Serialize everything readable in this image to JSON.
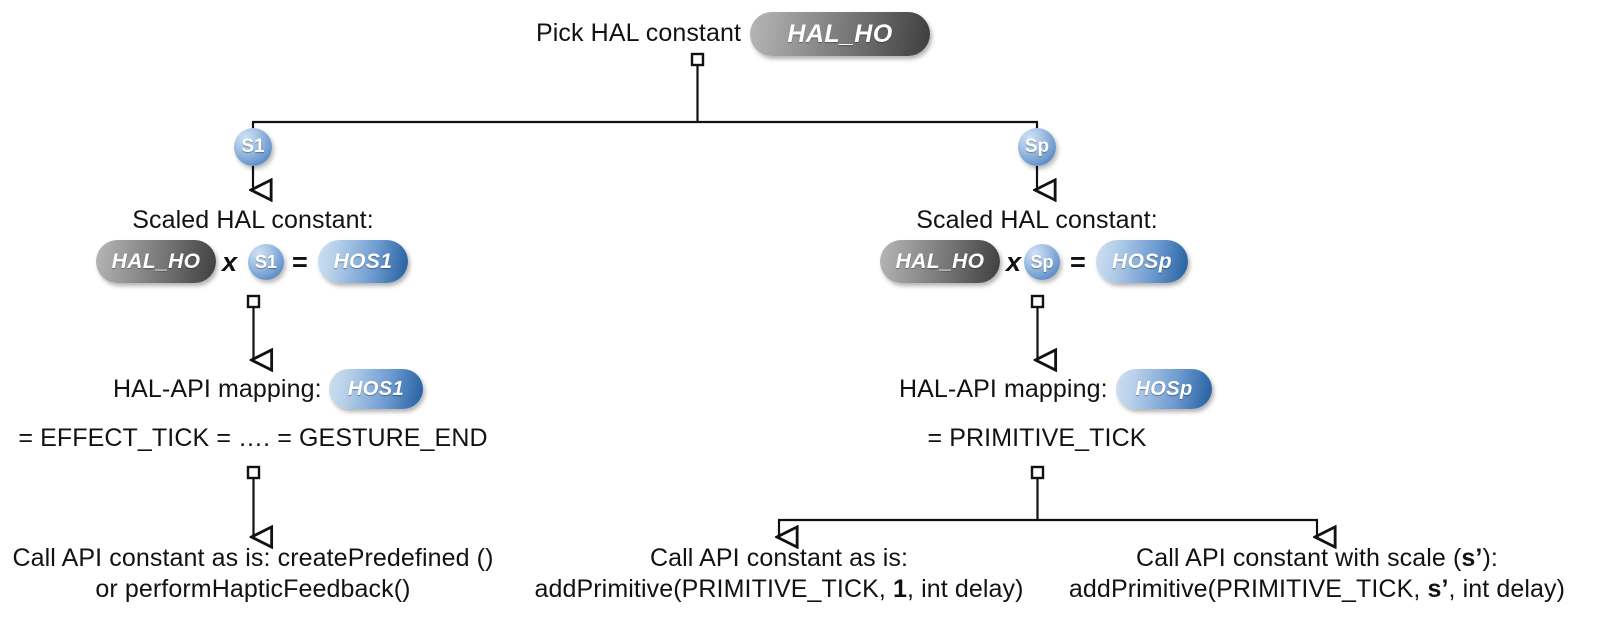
{
  "diagram": {
    "title_label": "Pick HAL constant",
    "root_pill": "HAL_HO",
    "branches": [
      {
        "id": "left",
        "edge_label": "S1",
        "scaled_label": "Scaled HAL constant:",
        "scaled_operand_a": "HAL_HO",
        "scaled_multiply_symbol": "x",
        "scaled_operand_b": "S1",
        "scaled_equals_symbol": "=",
        "scaled_result": "HOS1",
        "mapping_label": "HAL-API mapping:",
        "mapping_pill": "HOS1",
        "mapping_expression": "= EFFECT_TICK = …. = GESTURE_END",
        "leaves": [
          {
            "line1": "Call API constant as is: createPredefined ()",
            "line2": "or performHapticFeedback()"
          }
        ]
      },
      {
        "id": "right",
        "edge_label": "Sp",
        "scaled_label": "Scaled HAL constant:",
        "scaled_operand_a": "HAL_HO",
        "scaled_multiply_symbol": "x",
        "scaled_operand_b": "Sp",
        "scaled_equals_symbol": "=",
        "scaled_result": "HOSp",
        "mapping_label": "HAL-API mapping:",
        "mapping_pill": "HOSp",
        "mapping_expression": "= PRIMITIVE_TICK",
        "leaves": [
          {
            "line1": "Call API constant as is:",
            "line2_pre": "addPrimitive(PRIMITIVE_TICK, ",
            "line2_bold": "1",
            "line2_post": ", int delay)"
          },
          {
            "line1_pre": "Call API constant with scale (",
            "line1_bold": "s’",
            "line1_post": "):",
            "line2_pre": "addPrimitive(PRIMITIVE_TICK, ",
            "line2_bold": "s’",
            "line2_post": ", int delay)"
          }
        ]
      }
    ],
    "colors": {
      "pill_grey_light": "#b7b7b7",
      "pill_grey_dark": "#3e3e3e",
      "pill_blue_light": "#cfe0f2",
      "pill_blue_dark": "#215e9e",
      "circle_blue": "#6e9bd1",
      "line": "#111111",
      "text": "#121212",
      "background": "#ffffff"
    }
  }
}
